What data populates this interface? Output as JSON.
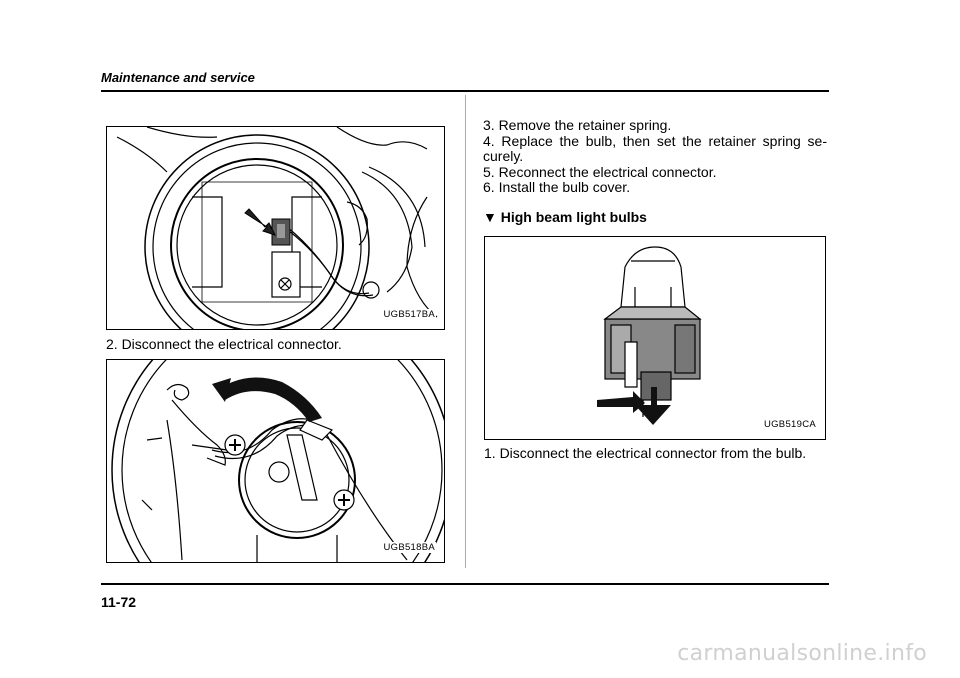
{
  "header": {
    "section": "Maintenance and service"
  },
  "figures": {
    "fig1_code": "UGB517BA",
    "fig2_code": "UGB518BA",
    "fig3_code": "UGB519CA"
  },
  "left": {
    "step2": "2.  Disconnect the electrical connector."
  },
  "right": {
    "step3": "3.  Remove the retainer spring.",
    "step4_line1": "4.  Replace the bulb, then set the retainer spring se-",
    "step4_line2": "curely.",
    "step5": "5.  Reconnect the electrical connector.",
    "step6": "6.  Install the bulb cover.",
    "subhead_marker": "▼",
    "subhead": "High beam light bulbs",
    "step1": "1.  Disconnect the electrical connector from the bulb."
  },
  "footer": {
    "page_number": "11-72"
  },
  "watermark": "carmanualsonline.info"
}
